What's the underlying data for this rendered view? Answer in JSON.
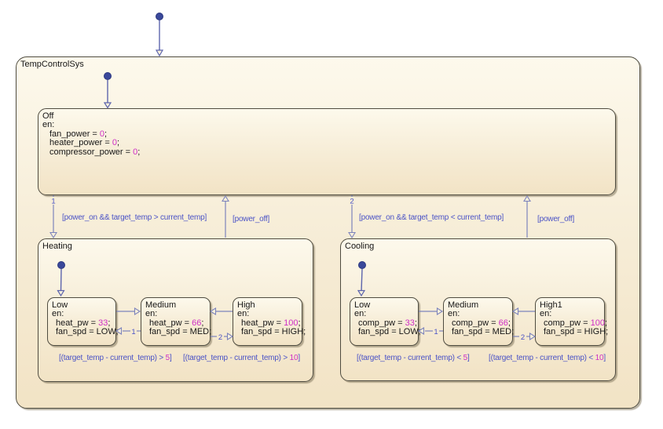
{
  "title": "TempControlSys",
  "colors": {
    "state_fill_top": "#fdf9ec",
    "state_fill_bottom": "#f2e3c5",
    "state_border": "#4f4c40",
    "wire": "#7d84bc",
    "default_wire": "#5d65ad",
    "label_blue": "#4a52c6",
    "literal_magenta": "#cf2ec6",
    "canvas_bg": "#ffffff"
  },
  "off": {
    "title": "Off",
    "entry": "en:",
    "stmts": [
      {
        "pre": "fan_power = ",
        "val": "0",
        "post": ";"
      },
      {
        "pre": "heater_power = ",
        "val": "0",
        "post": ";"
      },
      {
        "pre": "compressor_power = ",
        "val": "0",
        "post": ";"
      }
    ]
  },
  "heating": {
    "title": "Heating",
    "order": "1",
    "entry_guard": "[power_on && target_temp > current_temp]",
    "exit_guard": "[power_off]",
    "substates": [
      {
        "title": "Low",
        "entry": "en:",
        "stmts": [
          {
            "pre": "heat_pw = ",
            "val": "33",
            "post": ";"
          },
          {
            "pre": "fan_spd = LOW;",
            "val": "",
            "post": ""
          }
        ]
      },
      {
        "title": "Medium",
        "entry": "en:",
        "stmts": [
          {
            "pre": "heat_pw = ",
            "val": "66",
            "post": ";"
          },
          {
            "pre": "fan_spd = MED;",
            "val": "",
            "post": ""
          }
        ]
      },
      {
        "title": "High",
        "entry": "en:",
        "stmts": [
          {
            "pre": "heat_pw = ",
            "val": "100",
            "post": ";"
          },
          {
            "pre": "fan_spd = HIGH;",
            "val": "",
            "post": ""
          }
        ]
      }
    ],
    "guard_up1": {
      "pre": "[(target_temp - current_temp) > ",
      "val": "5",
      "post": "]"
    },
    "guard_up2": {
      "pre": "[(target_temp - current_temp) > ",
      "val": "10",
      "post": "]"
    },
    "inner_order_1": "1",
    "inner_order_2": "2"
  },
  "cooling": {
    "title": "Cooling",
    "order": "2",
    "entry_guard": "[power_on && target_temp < current_temp]",
    "exit_guard": "[power_off]",
    "substates": [
      {
        "title": "Low",
        "entry": "en:",
        "stmts": [
          {
            "pre": "comp_pw = ",
            "val": "33",
            "post": ";"
          },
          {
            "pre": "fan_spd = LOW;",
            "val": "",
            "post": ""
          }
        ]
      },
      {
        "title": "Medium",
        "entry": "en:",
        "stmts": [
          {
            "pre": "comp_pw = ",
            "val": "66",
            "post": ";"
          },
          {
            "pre": "fan_spd = MED;",
            "val": "",
            "post": ""
          }
        ]
      },
      {
        "title": "High1",
        "entry": "en:",
        "stmts": [
          {
            "pre": "comp_pw = ",
            "val": "100",
            "post": ";"
          },
          {
            "pre": "fan_spd = HIGH;",
            "val": "",
            "post": ""
          }
        ]
      }
    ],
    "guard_up1": {
      "pre": "[(target_temp - current_temp) < ",
      "val": "5",
      "post": "]"
    },
    "guard_up2": {
      "pre": "[(target_temp - current_temp) < ",
      "val": "10",
      "post": "]"
    },
    "inner_order_1": "1",
    "inner_order_2": "2"
  }
}
